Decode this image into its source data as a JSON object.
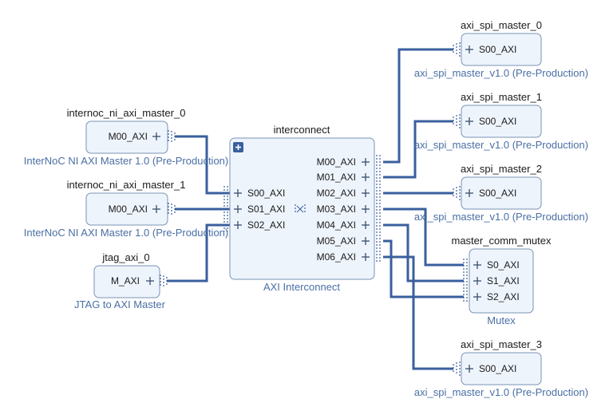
{
  "blocks": {
    "internoc0": {
      "title": "internoc_ni_axi_master_0",
      "port": "M00_AXI",
      "ip": "InterNoC NI AXI Master 1.0 (Pre-Production)"
    },
    "internoc1": {
      "title": "internoc_ni_axi_master_1",
      "port": "M00_AXI",
      "ip": "InterNoC NI AXI Master 1.0 (Pre-Production)"
    },
    "jtag": {
      "title": "jtag_axi_0",
      "port": "M_AXI",
      "ip": "JTAG to AXI Master"
    },
    "interconnect": {
      "title": "interconnect",
      "ip": "AXI Interconnect",
      "slave_ports": [
        "S00_AXI",
        "S01_AXI",
        "S02_AXI"
      ],
      "master_ports": [
        "M00_AXI",
        "M01_AXI",
        "M02_AXI",
        "M03_AXI",
        "M04_AXI",
        "M05_AXI",
        "M06_AXI"
      ]
    },
    "spi0": {
      "title": "axi_spi_master_0",
      "port": "S00_AXI",
      "ip": "axi_spi_master_v1.0 (Pre-Production)"
    },
    "spi1": {
      "title": "axi_spi_master_1",
      "port": "S00_AXI",
      "ip": "axi_spi_master_v1.0 (Pre-Production)"
    },
    "spi2": {
      "title": "axi_spi_master_2",
      "port": "S00_AXI",
      "ip": "axi_spi_master_v1.0 (Pre-Production)"
    },
    "mutex": {
      "title": "master_comm_mutex",
      "ports": [
        "S0_AXI",
        "S1_AXI",
        "S2_AXI"
      ],
      "ip": "Mutex"
    },
    "spi3": {
      "title": "axi_spi_master_3",
      "port": "S00_AXI",
      "ip": "axi_spi_master_v1.0 (Pre-Production)"
    }
  },
  "colors": {
    "wire": "#3a5f9e",
    "box_fill": "#eef4fc",
    "box_stroke": "#7a93b5",
    "ip_text": "#4a6fa5"
  },
  "icons": {
    "pin": "plus-icon",
    "expand": "expand-icon",
    "connector": "bus-connector-icon"
  }
}
